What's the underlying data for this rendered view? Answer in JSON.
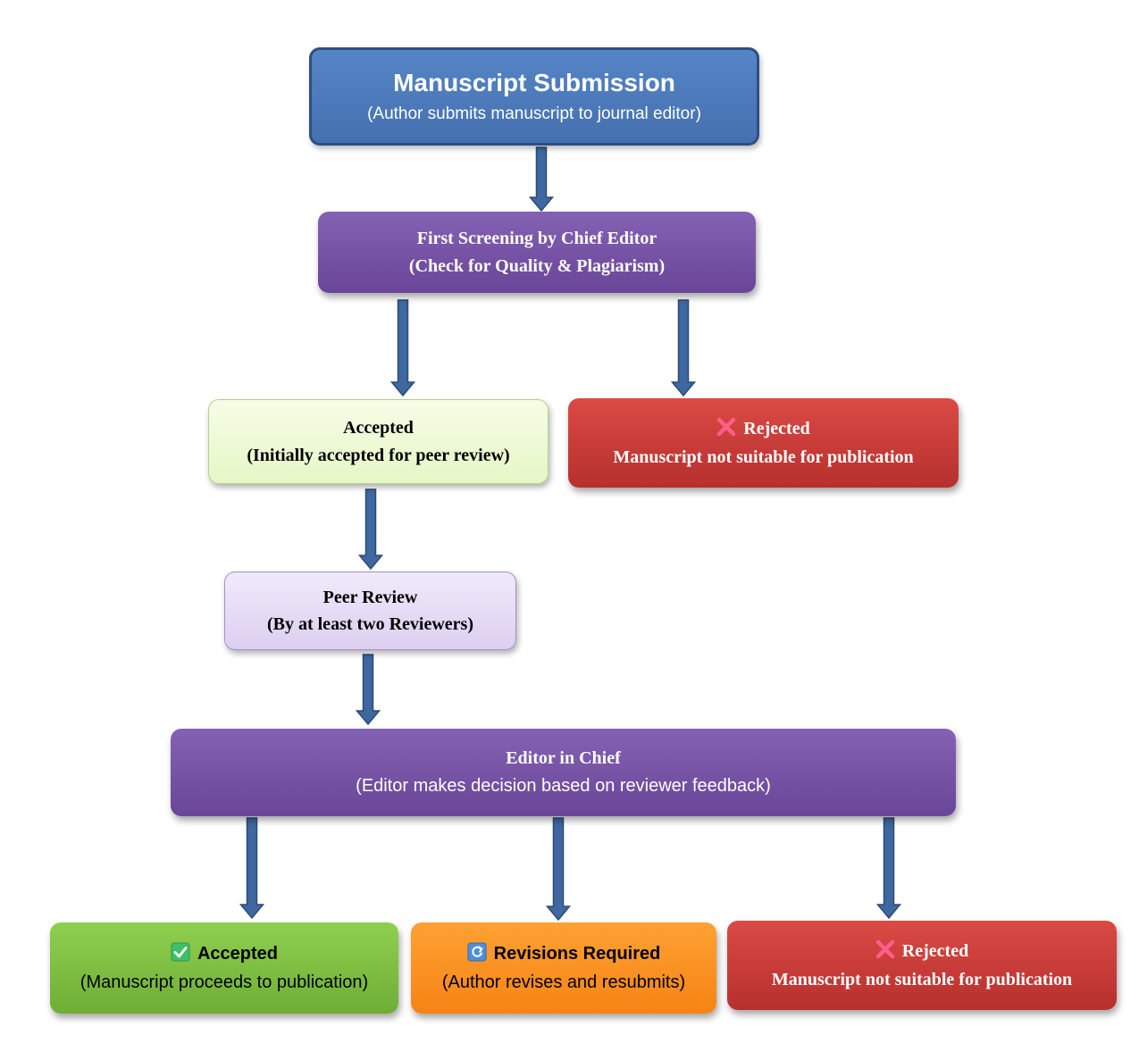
{
  "nodes": {
    "submission": {
      "title": "Manuscript Submission",
      "subtitle": "(Author submits manuscript to journal editor)"
    },
    "screening": {
      "title": "First Screening by Chief Editor",
      "subtitle": "(Check for Quality & Plagiarism)"
    },
    "accepted_initial": {
      "title": "Accepted",
      "subtitle": "(Initially accepted for peer review)"
    },
    "rejected_initial": {
      "title": "Rejected",
      "subtitle": "Manuscript not suitable for publication",
      "icon": "cross-mark-icon"
    },
    "peer_review": {
      "title": "Peer Review",
      "subtitle": "(By at least two Reviewers)"
    },
    "editor_in_chief": {
      "title": "Editor in Chief",
      "subtitle": "(Editor makes decision based on reviewer feedback)"
    },
    "accepted_final": {
      "title": "Accepted",
      "subtitle": "(Manuscript proceeds to publication)",
      "icon": "check-mark-icon"
    },
    "revisions": {
      "title": "Revisions Required",
      "subtitle": "(Author revises and resubmits)",
      "icon": "refresh-icon"
    },
    "rejected_final": {
      "title": "Rejected",
      "subtitle": "Manuscript not suitable for publication",
      "icon": "cross-mark-icon"
    }
  },
  "edges": [
    {
      "from": "submission",
      "to": "screening"
    },
    {
      "from": "screening",
      "to": "accepted_initial"
    },
    {
      "from": "screening",
      "to": "rejected_initial"
    },
    {
      "from": "accepted_initial",
      "to": "peer_review"
    },
    {
      "from": "peer_review",
      "to": "editor_in_chief"
    },
    {
      "from": "editor_in_chief",
      "to": "accepted_final"
    },
    {
      "from": "editor_in_chief",
      "to": "revisions"
    },
    {
      "from": "editor_in_chief",
      "to": "rejected_final"
    }
  ],
  "colors": {
    "arrow": "#3f67a0",
    "arrow_outline": "#2b4a78"
  }
}
